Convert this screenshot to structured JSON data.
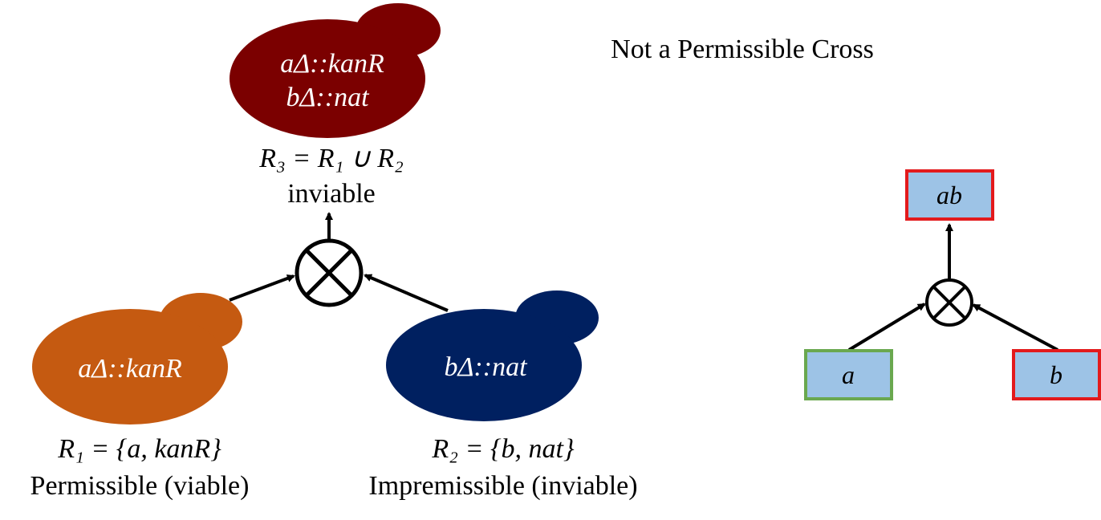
{
  "title": "Not a Permissible Cross",
  "left_diagram": {
    "cell_top": {
      "line1": "aΔ::kanR",
      "line2": "bΔ::nat",
      "color": "#7b0000"
    },
    "cell_left": {
      "label": "aΔ::kanR",
      "color": "#c55a11"
    },
    "cell_right": {
      "label": "bΔ::nat",
      "color": "#002060"
    },
    "r3": {
      "formula": "R₃ = R₁ ∪ R₂",
      "status": "inviable"
    },
    "r1": {
      "formula": "R₁ = {a, kanR}",
      "status": "Permissible (viable)"
    },
    "r2": {
      "formula": "R₂ = {b, nat}",
      "status": "Impremissible (inviable)"
    },
    "cross_icon": "circled-times-icon"
  },
  "right_diagram": {
    "top_box": {
      "label": "ab",
      "border_color": "#e31a1c"
    },
    "left_box": {
      "label": "a",
      "border_color": "#6aa84f"
    },
    "right_box": {
      "label": "b",
      "border_color": "#e31a1c"
    },
    "box_fill": "#9dc3e6",
    "cross_icon": "circled-times-icon"
  }
}
